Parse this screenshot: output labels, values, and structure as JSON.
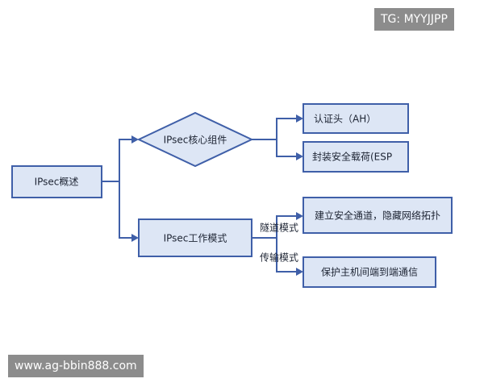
{
  "watermarks": {
    "top": "TG: MYYJJPP",
    "bottom": "www.ag-bbin888.com"
  },
  "nodes": {
    "root": "IPsec概述",
    "core_components": "IPsec核心组件",
    "work_modes": "IPsec工作模式",
    "ah": "认证头（AH）",
    "esp": "封装安全载荷(ESP",
    "tunnel_result": "建立安全通道，隐藏网络拓扑",
    "transport_result": "保护主机间端到端通信"
  },
  "edge_labels": {
    "tunnel": "隧道模式",
    "transport": "传输模式"
  },
  "colors": {
    "node_fill": "#dde6f5",
    "node_stroke": "#3f5fa8",
    "watermark_bg": "#8c8c8c"
  }
}
